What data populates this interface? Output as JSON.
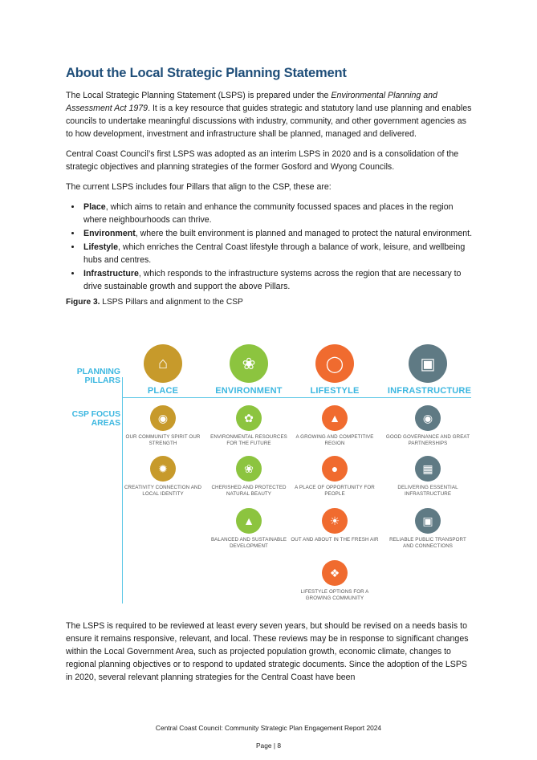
{
  "heading": "About the Local Strategic Planning Statement",
  "intro": {
    "part1": "The Local Strategic Planning Statement (LSPS) is prepared under the ",
    "act": "Environmental Planning and Assessment Act 1979",
    "part2": ". It is a key resource that guides strategic and statutory land use planning and enables councils to undertake meaningful discussions with industry, community, and other government agencies as to how development, investment and infrastructure shall be planned, managed and delivered."
  },
  "para2": "Central Coast Council’s first LSPS was adopted as an interim LSPS in 2020 and is a consolidation of the strategic objectives and planning strategies of the former Gosford and Wyong Councils.",
  "para3": "The current LSPS includes four Pillars that align to the CSP, these are:",
  "bullets": [
    {
      "term": "Place",
      "text": ", which aims to retain and enhance the community focussed spaces and places in the region where neighbourhoods can thrive."
    },
    {
      "term": "Environment",
      "text": ", where the built environment is planned and managed to protect the natural environment."
    },
    {
      "term": "Lifestyle",
      "text": ", which enriches the Central Coast lifestyle through a balance of work, leisure, and wellbeing hubs and centres."
    },
    {
      "term": "Infrastructure",
      "text": ", which responds to the infrastructure systems across the region that are necessary to drive sustainable growth and support the above Pillars."
    }
  ],
  "figure": {
    "label": "Figure 3.",
    "caption": " LSPS Pillars and alignment to the CSP",
    "planning_pillars": "PLANNING PILLARS",
    "csp_focus_areas": "CSP FOCUS AREAS",
    "colors": {
      "place": "#c79a2b",
      "environment": "#8cc43f",
      "lifestyle": "#f06b2f",
      "infrastructure": "#5f7a84",
      "accent": "#3cb7e0"
    },
    "pillars": [
      {
        "name": "PLACE",
        "icon": "house-icon"
      },
      {
        "name": "ENVIRONMENT",
        "icon": "tree-icon"
      },
      {
        "name": "LIFESTYLE",
        "icon": "bicycle-icon"
      },
      {
        "name": "INFRASTRUCTURE",
        "icon": "train-icon"
      }
    ],
    "areas": {
      "place": [
        "OUR COMMUNITY SPIRIT OUR STRENGTH",
        "CREATIVITY CONNECTION AND LOCAL IDENTITY"
      ],
      "environment": [
        "ENVIRONMENTAL RESOURCES FOR THE FUTURE",
        "CHERISHED AND PROTECTED NATURAL BEAUTY",
        "BALANCED AND SUSTAINABLE DEVELOPMENT"
      ],
      "lifestyle": [
        "A GROWING AND COMPETITIVE REGION",
        "A PLACE OF OPPORTUNITY FOR PEOPLE",
        "OUT AND ABOUT IN THE FRESH AIR",
        "LIFESTYLE OPTIONS FOR A GROWING COMMUNITY"
      ],
      "infrastructure": [
        "GOOD GOVERNANCE AND GREAT PARTNERSHIPS",
        "DELIVERING ESSENTIAL INFRASTRUCTURE",
        "RELIABLE PUBLIC TRANSPORT AND CONNECTIONS"
      ]
    }
  },
  "para4": "The LSPS is required to be reviewed at least every seven years, but should be revised on a needs basis to ensure it remains responsive, relevant, and local. These reviews may be in response to significant changes within the Local Government Area, such as projected population growth, economic climate, changes to regional planning objectives or to respond to updated strategic documents. Since the adoption of the LSPS in 2020, several relevant planning strategies for the Central Coast have been",
  "footer": {
    "report": "Central Coast Council: Community Strategic Plan Engagement Report 2024",
    "page": "Page | 8"
  }
}
